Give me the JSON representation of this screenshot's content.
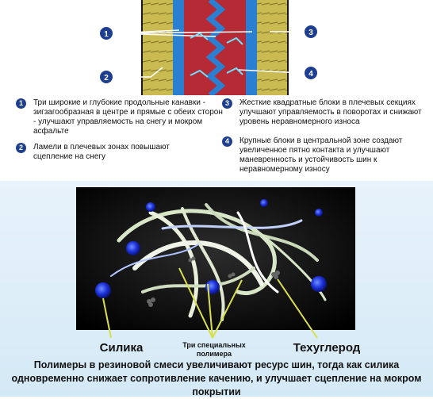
{
  "legend": [
    {
      "num": "1",
      "text": "Три широкие и глубокие продольные канавки - зигзагообразная в центре и прямые с обеих сторон - улучшают управляемость на снегу и мокром асфальте"
    },
    {
      "num": "2",
      "text": "Ламели в плечевых зонах повышают сцепление на снегу"
    },
    {
      "num": "3",
      "text": "Жесткие квадратные блоки в плечевых секциях улучшают управляемость в поворотах и снижают уровень неравномерного износа"
    },
    {
      "num": "4",
      "text": "Крупные блоки в центральной зоне создают увеличенное пятно контакта и улучшают маневренность и устойчивость шин к неравномерному износу"
    }
  ],
  "callouts": {
    "c1": "1",
    "c2": "2",
    "c3": "3",
    "c4": "4"
  },
  "compound": {
    "silica": "Силика",
    "polymers": "Три специальных полимера",
    "carbon": "Техуглерод"
  },
  "caption": "Полимеры в резиновой смеси увеличивают ресурс шин, тогда как силика одновременно снижает сопротивление качению, и улучшает сцепление на мокром покрытии",
  "colors": {
    "tread_yellow": "#cdc05a",
    "groove_blue": "#2a7fd0",
    "center_red": "#c8303a",
    "bullet": "#1e3f8f"
  }
}
